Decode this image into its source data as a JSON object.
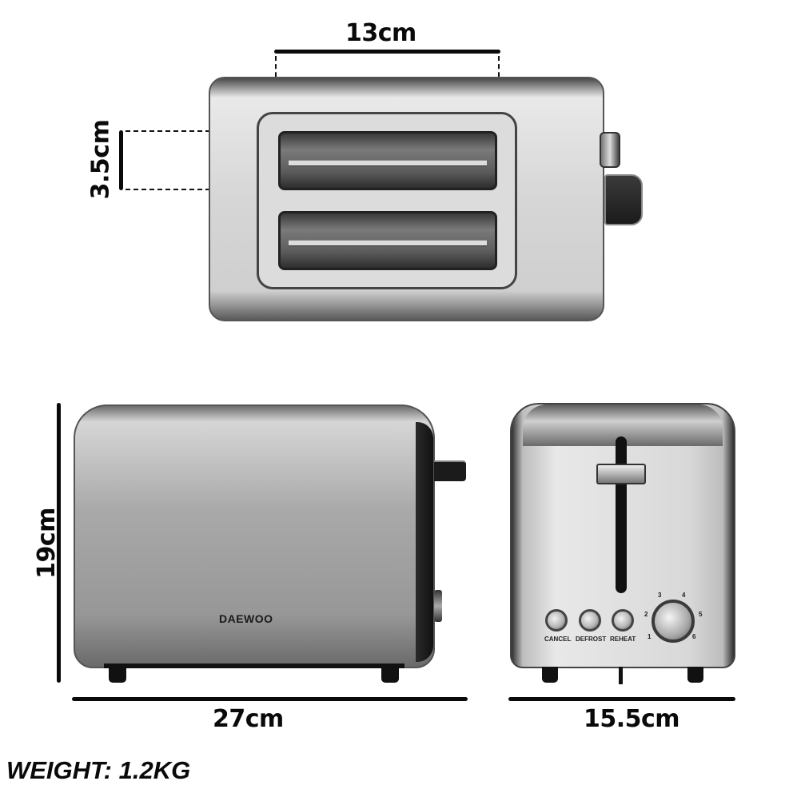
{
  "dimensions": {
    "slot_length": "13cm",
    "slot_width": "3.5cm",
    "height": "19cm",
    "length": "27cm",
    "depth": "15.5cm"
  },
  "weight": "WEIGHT: 1.2KG",
  "product": {
    "brand": "DAEWOO",
    "views": [
      "top-view",
      "side-view",
      "front-view"
    ]
  },
  "controls": {
    "buttons": [
      "CANCEL",
      "DEFROST",
      "REHEAT"
    ],
    "dial_settings": [
      "1",
      "2",
      "3",
      "4",
      "5",
      "6"
    ]
  },
  "colors": {
    "text": "#0a0a0a",
    "background": "#ffffff",
    "steel": "#a3a3a3"
  }
}
